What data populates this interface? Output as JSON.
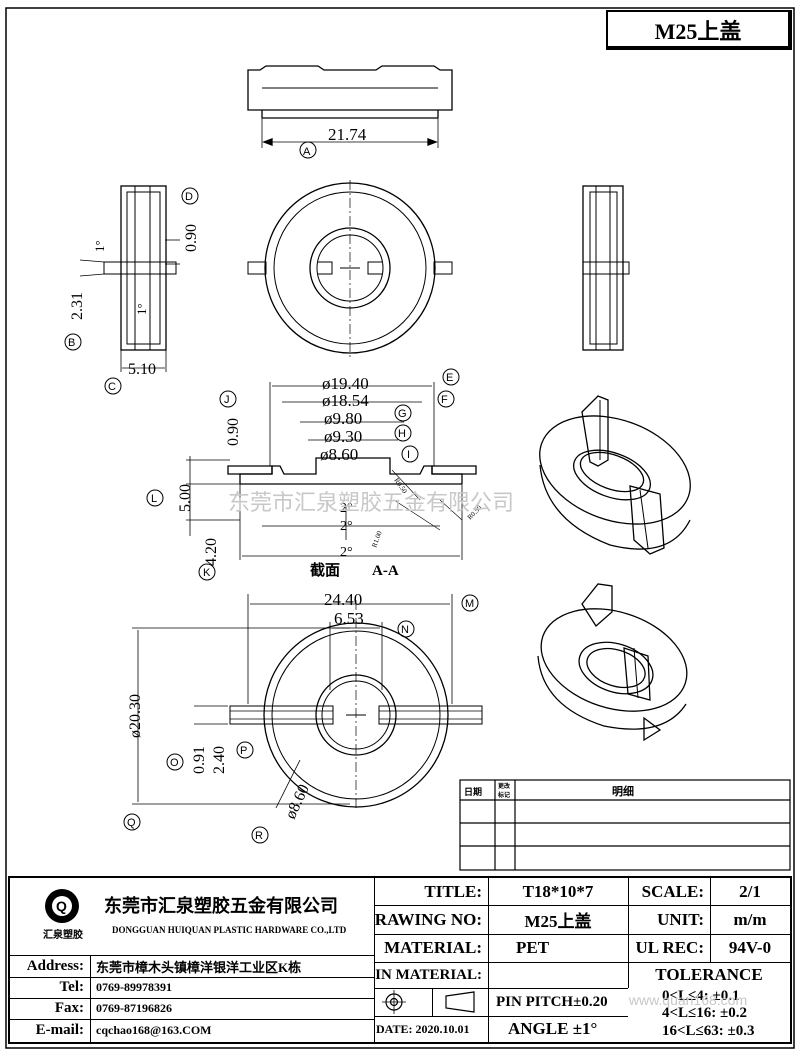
{
  "title_tab": {
    "text": "M25上盖"
  },
  "views": {
    "top_view": {
      "dim_width": "21.74",
      "marker": "A"
    },
    "side_view": {
      "dim_height": "2.31",
      "dim_top": "0.90",
      "angle_top": "1°",
      "angle_bottom": "1°",
      "dim_width": "5.10",
      "markers": [
        "B",
        "C",
        "D"
      ]
    },
    "section": {
      "dims": [
        "ø19.40",
        "ø18.54",
        "ø9.80",
        "ø9.30",
        "ø8.60"
      ],
      "markers": [
        "E",
        "F",
        "G",
        "H",
        "I",
        "J",
        "K",
        "L"
      ],
      "height_top": "0.90",
      "height_mid": "5.00",
      "height_bottom": "4.20",
      "angles": [
        "2°",
        "2°",
        "2°"
      ],
      "small_labels": [
        "R0.50",
        "R1.00",
        "R0.50"
      ],
      "caption_left": "截面",
      "caption_right": "A-A"
    },
    "bottom_view": {
      "dim_width": "24.40",
      "dim_slot": "6.53",
      "dim_dia": "ø20.30",
      "dim_small_1": "0.91",
      "dim_small_2": "2.40",
      "dim_inner": "ø8.60",
      "markers": [
        "M",
        "N",
        "O",
        "P",
        "Q",
        "R"
      ]
    }
  },
  "watermark": "东莞市汇泉塑胶五金有限公司",
  "revision_table": {
    "date_header": "日期",
    "rev_header": "更改\n标记",
    "detail_header": "明细"
  },
  "company": {
    "name_cn": "东莞市汇泉塑胶五金有限公司",
    "name_en": "DONGGUAN HUIQUAN PLASTIC HARDWARE CO.,LTD",
    "logo_caption": "汇泉塑胶",
    "logo_letter": "Q",
    "address_label": "Address:",
    "address": "东莞市樟木头镇樟洋银洋工业区K栋",
    "tel_label": "Tel:",
    "tel": "0769-89978391",
    "fax_label": "Fax:",
    "fax": "0769-87196826",
    "email_label": "E-mail:",
    "email": "cqchao168@163.COM"
  },
  "titleblock": {
    "title_label": "TITLE:",
    "title_value": "T18*10*7",
    "drawing_label": "DRAWING NO:",
    "drawing_value": "M25上盖",
    "material_label": "MATERIAL:",
    "material_value": "PET",
    "pin_material_label": "PIN MATERIAL:",
    "pin_material_value": "",
    "scale_label": "SCALE:",
    "scale_value": "2/1",
    "unit_label": "UNIT:",
    "unit_value": "m/m",
    "ul_label": "UL REC:",
    "ul_value": "94V-0",
    "tolerance_label": "TOLERANCE",
    "tol_1": "0<L≤4:  ±0.1",
    "tol_2": "4<L≤16:  ±0.2",
    "tol_3": "16<L≤63: ±0.3",
    "pin_pitch": "PIN PITCH±0.20",
    "angle": "ANGLE  ±1°",
    "date": "DATE: 2020.10.01",
    "watermark_url": "www.quan168.com"
  },
  "colors": {
    "line": "#000000",
    "watermark": "#c8c8c8"
  }
}
